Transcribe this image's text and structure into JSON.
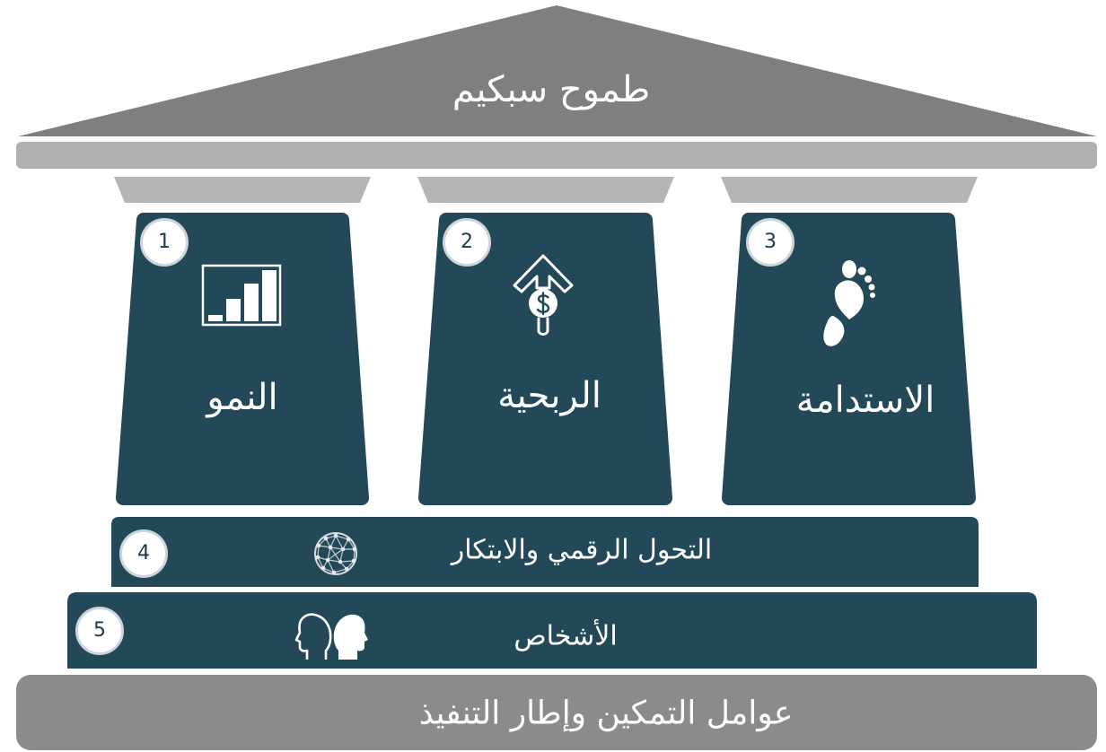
{
  "roof": {
    "title": "طموح سبكيم"
  },
  "pillars": [
    {
      "number": "1",
      "label": "النمو",
      "icon": "bar-chart-icon"
    },
    {
      "number": "2",
      "label": "الربحية",
      "icon": "dollar-arrow-up-icon"
    },
    {
      "number": "3",
      "label": "الاستدامة",
      "icon": "footprint-icon"
    }
  ],
  "foundations": [
    {
      "number": "4",
      "label": "التحول الرقمي والابتكار",
      "icon": "network-globe-icon"
    },
    {
      "number": "5",
      "label": "الأشخاص",
      "icon": "two-heads-icon"
    }
  ],
  "base": {
    "label": "عوامل التمكين وإطار التنفيذ"
  },
  "colors": {
    "background": "#ffffff",
    "roof": "#7f7f7f",
    "beam": "#b1b1b1",
    "capital": "#b5b5b5",
    "pillar": "#234959",
    "base": "#8b8b8b",
    "text": "#ffffff",
    "badge_text": "#1f3b4a"
  }
}
